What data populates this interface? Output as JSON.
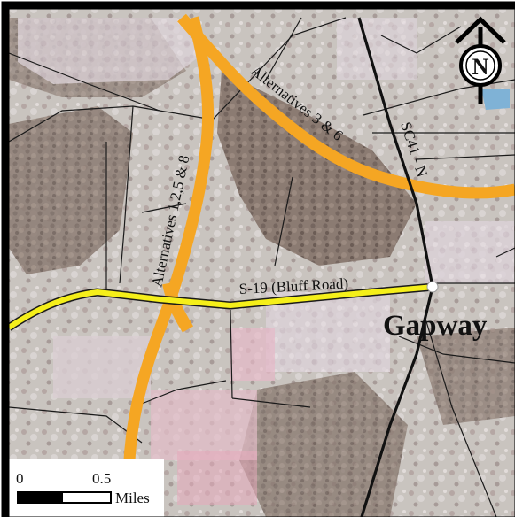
{
  "map": {
    "routes": {
      "alt_1258": "Alternatives 1,2,5 & 8",
      "alt_36": "Alternatives 3 & 6",
      "sc41": "SC41 - N",
      "s19": "S-19 (Bluff Road)"
    },
    "place": "Gapway",
    "north_letter": "N",
    "scale": {
      "zero": "0",
      "half": "0.5",
      "unit": "Miles"
    }
  },
  "colors": {
    "alternative": "#f5a623",
    "s19": "#f5ef1a",
    "sc41": "#111111",
    "minor_road": "#1a1a1a",
    "frame": "#000000",
    "water": "#7fb2d6"
  }
}
